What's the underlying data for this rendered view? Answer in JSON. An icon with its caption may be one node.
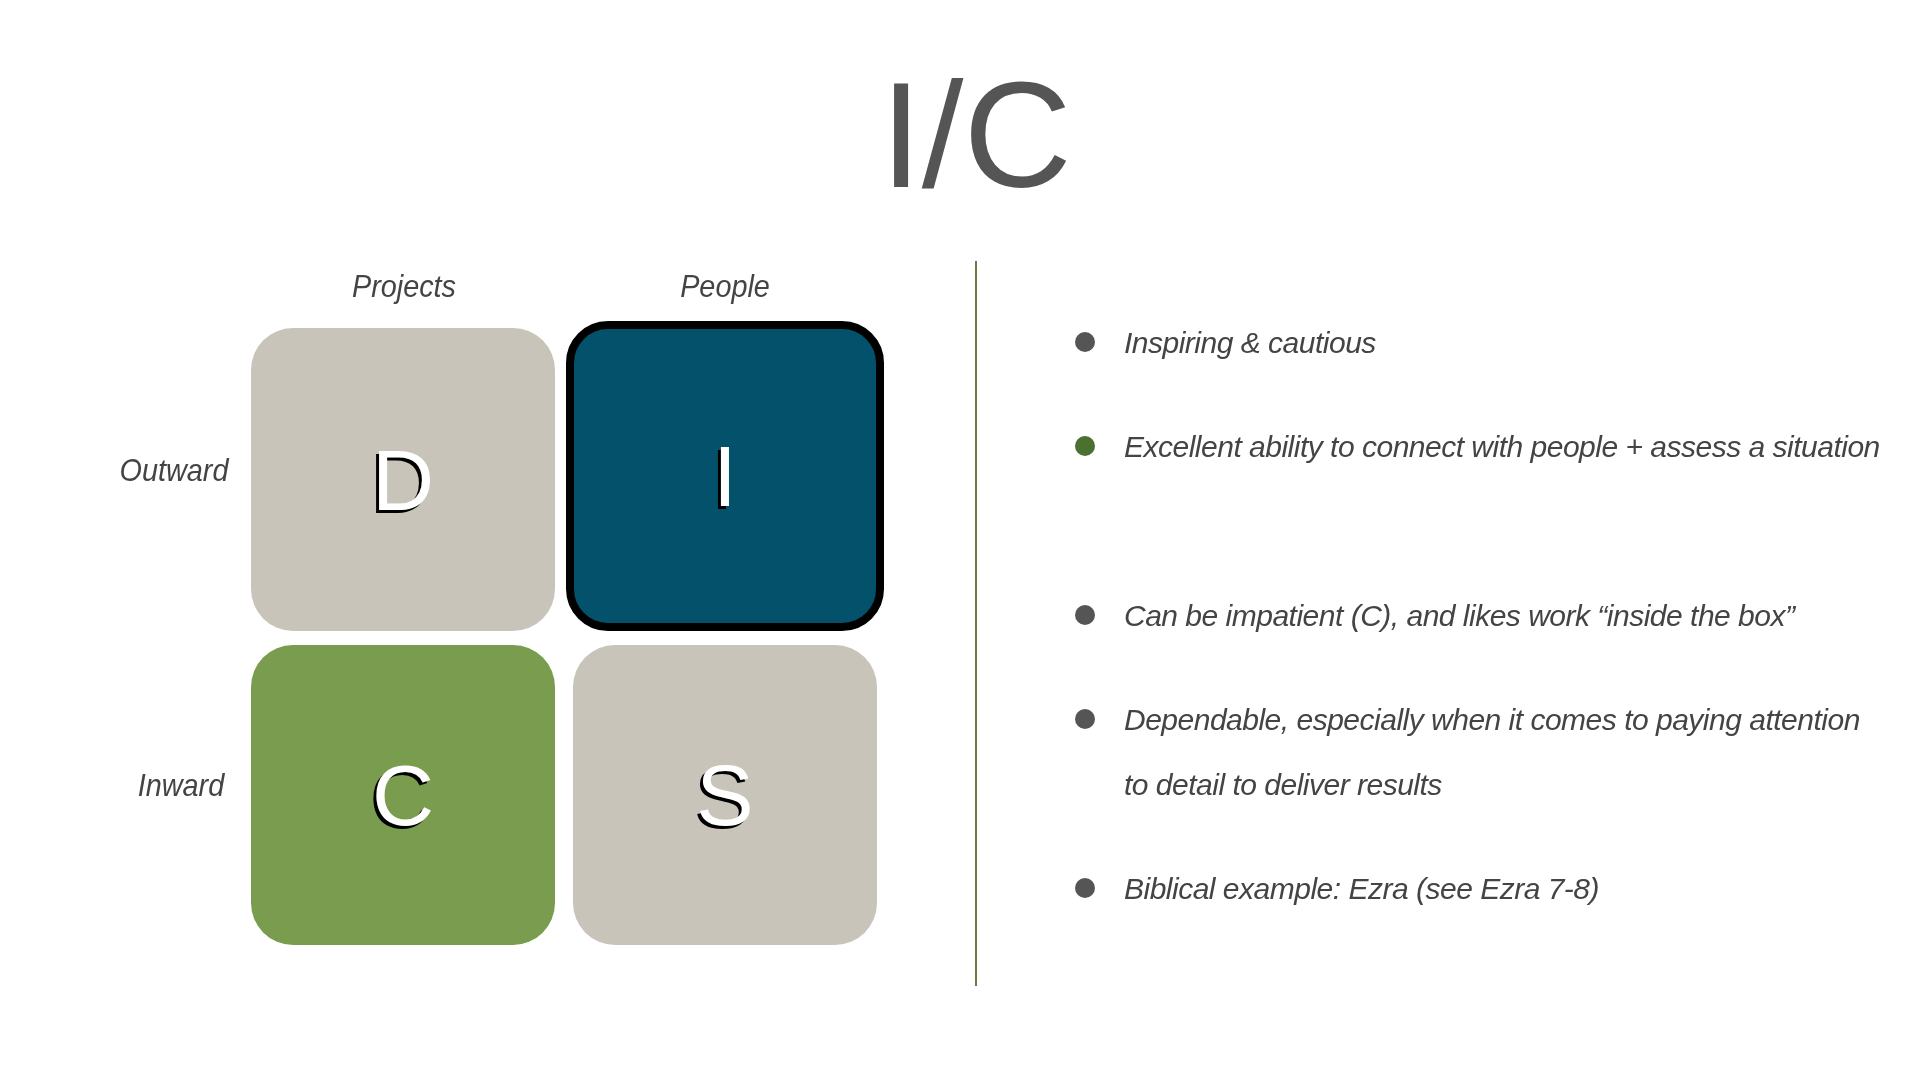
{
  "diagram": {
    "title": "I/C",
    "nodes": [
      {
        "text": [
          "D"
        ]
      },
      {
        "text": [
          "I"
        ]
      },
      {
        "text": [
          "C"
        ]
      },
      {
        "text": [
          "S"
        ]
      }
    ],
    "labels": [
      "Projects",
      "People",
      "Outward",
      "Inward",
      "Inspiring & cautious",
      "Excellent ability to connect with people + assess a situation",
      "Can be impatient (C), and likes work “inside the box”",
      "Dependable, especially when it comes to paying attention to detail to deliver results",
      "Biblical example: Ezra (see Ezra 7-8)"
    ]
  }
}
